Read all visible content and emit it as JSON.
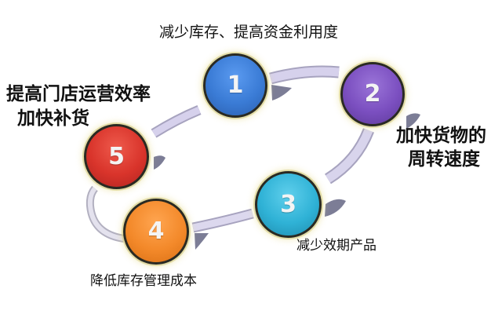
{
  "diagram": {
    "type": "cycle",
    "nodes": [
      {
        "id": 1,
        "number": "1",
        "color": "#3a7bd5",
        "label": "减少库存、提高资金利用度"
      },
      {
        "id": 2,
        "number": "2",
        "color": "#7b4fc0",
        "label_line1": "加快货物的",
        "label_line2": "周转速度"
      },
      {
        "id": 3,
        "number": "3",
        "color": "#2fb2d6",
        "label": "减少效期产品"
      },
      {
        "id": 4,
        "number": "4",
        "color": "#f3892a",
        "label": "降低库存管理成本"
      },
      {
        "id": 5,
        "number": "5",
        "color": "#d9342b",
        "label_line1": "提高门店运营效率",
        "label_line2": "加快补货"
      }
    ],
    "flow_order": [
      "1",
      "2",
      "3",
      "4",
      "5",
      "1"
    ],
    "track_color": "#d4cfe9",
    "arrow_shadow_color": "#7c7d96"
  }
}
